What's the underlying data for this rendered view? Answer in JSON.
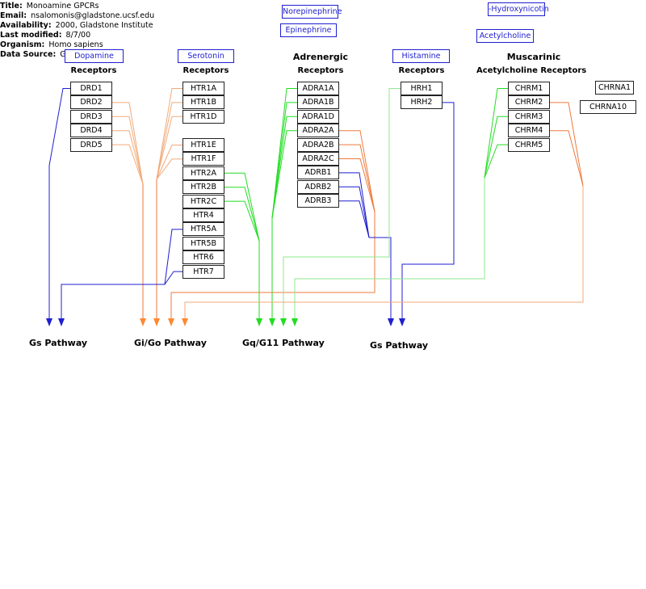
{
  "info": {
    "title_label": "Title:",
    "title": "Monoamine GPCRs",
    "email_label": "Email:",
    "email": "nsalomonis@gladstone.ucsf.edu",
    "availability_label": "Availability:",
    "availability": "2000, Gladstone Institute",
    "modified_label": "Last modified:",
    "modified": "8/7/00",
    "organism_label": "Organism:",
    "organism": "Homo sapiens",
    "source_label": "Data Source:",
    "source": "Ge"
  },
  "ligands": {
    "dopamine": "Dopamine",
    "serotonin": "Serotonin",
    "norepinephrine": "Norepinephrine",
    "epinephrine": "Epinephrine",
    "histamine": "Histamine",
    "hydroxynicotin": "-Hydroxynicotin",
    "acetylcholine": "Acetylcholine"
  },
  "headers": {
    "dopamine_receptors": "Receptors",
    "serotonin_receptors": "Receptors",
    "adrenergic": "Adrenergic",
    "adrenergic_receptors": "Receptors",
    "histamine_receptors": "Receptors",
    "muscarinic": "Muscarinic",
    "acetylcholine_receptors": "Acetylcholine Receptors"
  },
  "genes": {
    "dopamine": [
      "DRD1",
      "DRD2",
      "DRD3",
      "DRD4",
      "DRD5"
    ],
    "serotonin_a": [
      "HTR1A",
      "HTR1B",
      "HTR1D"
    ],
    "serotonin_b": [
      "HTR1E",
      "HTR1F",
      "HTR2A",
      "HTR2B",
      "HTR2C",
      "HTR4",
      "HTR5A",
      "HTR5B",
      "HTR6",
      "HTR7"
    ],
    "adrenergic": [
      "ADRA1A",
      "ADRA1B",
      "ADRA1D",
      "ADRA2A",
      "ADRA2B",
      "ADRA2C",
      "ADRB1",
      "ADRB2",
      "ADRB3"
    ],
    "histamine": [
      "HRH1",
      "HRH2"
    ],
    "muscarinic": [
      "CHRM1",
      "CHRM2",
      "CHRM3",
      "CHRM4",
      "CHRM5"
    ],
    "nicotinic": [
      "CHRNA1",
      "CHRNA10"
    ]
  },
  "pathways": {
    "gs_left": "Gs Pathway",
    "gi_go": "Gi/Go Pathway",
    "gq_g11": "Gq/G11 Pathway",
    "gs_right": "Gs Pathway"
  },
  "colors": {
    "gs": "#1f1fd0",
    "gi": "#ee7a3c",
    "gi_light": "#f3aa78",
    "gq": "#22dd22",
    "gq_light": "#8ee88e",
    "arrow_gi": "#ff8833"
  }
}
